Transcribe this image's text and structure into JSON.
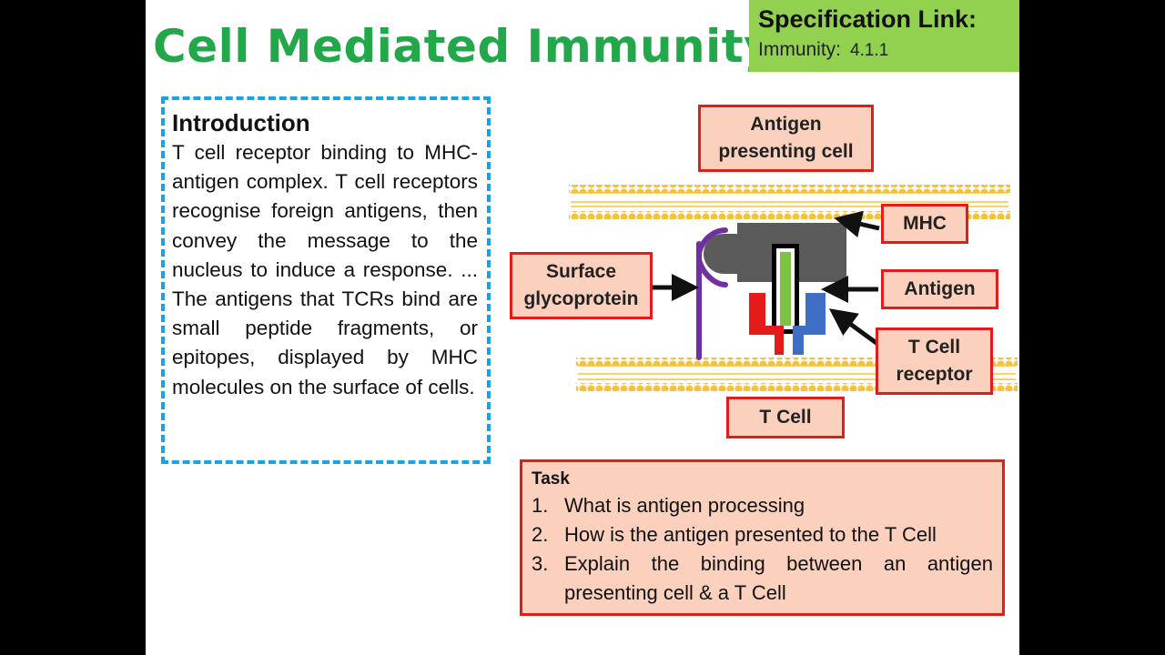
{
  "title": "Cell Mediated Immunity",
  "spec": {
    "heading": "Specification Link:",
    "topic": "Immunity:",
    "code": "4.1.1"
  },
  "intro": {
    "heading": "Introduction",
    "body": "T cell receptor binding to MHC-antigen complex. T cell receptors recognise foreign antigens, then convey the message to the nucleus to induce a response. ... The antigens that TCRs bind are small peptide fragments, or epitopes, displayed by MHC molecules on the surface of cells."
  },
  "diagram": {
    "labels": {
      "apc": "Antigen presenting cell",
      "mhc": "MHC",
      "antigen": "Antigen",
      "surface_glycoprotein": "Surface glycoprotein",
      "tcr": "T Cell receptor",
      "tcell": "T Cell"
    },
    "colors": {
      "membrane": "#f5c23a",
      "mhc": "#5a5a5a",
      "antigen": "#7dc242",
      "glycoprotein": "#7030a0",
      "receptor_left": "#e31b1b",
      "receptor_right": "#3f6fc4"
    }
  },
  "task": {
    "heading": "Task",
    "items": [
      {
        "num": "1.",
        "text": "What is antigen processing"
      },
      {
        "num": "2.",
        "text": "How is the antigen presented to the T Cell"
      },
      {
        "num": "3.",
        "text": "Explain the binding between an antigen presenting cell & a T Cell"
      }
    ]
  }
}
